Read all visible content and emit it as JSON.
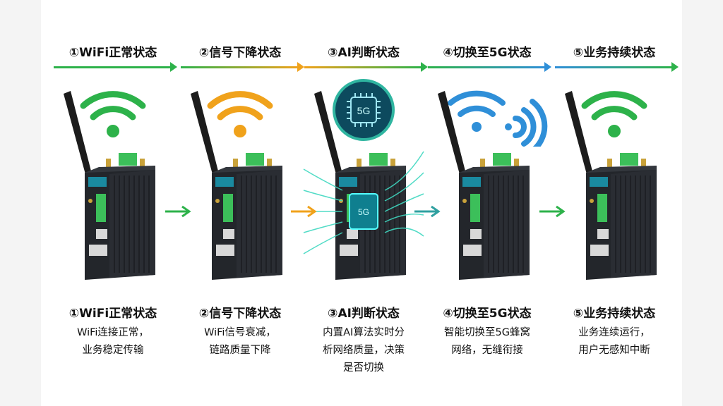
{
  "steps": [
    {
      "label": "①WiFi正常状态",
      "title": "①WiFi正常状态",
      "desc": [
        "WiFi连接正常，",
        "业务稳定传输"
      ],
      "color": "#2db24a",
      "icon": "wifi-strong-icon"
    },
    {
      "label": "②信号下降状态",
      "title": "②信号下降状态",
      "desc": [
        "WiFi信号衰减，",
        "链路质量下降"
      ],
      "color": "#f0a21b",
      "icon": "wifi-weak-icon"
    },
    {
      "label": "③AI判断状态",
      "title": "③AI判断状态",
      "desc": [
        "内置AI算法实时分",
        "析网络质量，决策",
        "是否切换"
      ],
      "color": "#2db24a",
      "icon": "5g-chip-icon",
      "chip_text": "5G"
    },
    {
      "label": "④切换至5G状态",
      "title": "④切换至5G状态",
      "desc": [
        "智能切换至5G蜂窝",
        "网络，无缝衔接"
      ],
      "color": "#2f8fd8",
      "icon": "cellular-signal-icon"
    },
    {
      "label": "⑤业务持续状态",
      "title": "⑤业务持续状态",
      "desc": [
        "业务连续运行，",
        "用户无感知中断"
      ],
      "color": "#2db24a",
      "icon": "wifi-strong-icon"
    }
  ]
}
